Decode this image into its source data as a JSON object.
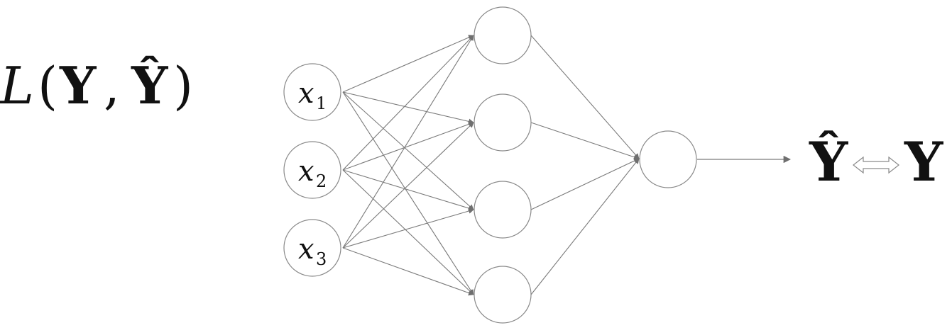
{
  "loss_expression": {
    "function_name": "L",
    "open_paren": "(",
    "target": "Y",
    "separator": ",",
    "prediction": "Ŷ",
    "close_paren": ")"
  },
  "inputs": [
    {
      "symbol": "x",
      "index": "1"
    },
    {
      "symbol": "x",
      "index": "2"
    },
    {
      "symbol": "x",
      "index": "3"
    }
  ],
  "output_comparison": {
    "prediction": "Ŷ",
    "target": "Y"
  },
  "colors": {
    "line": "#7a7a7a",
    "node_stroke": "#8a8a8a",
    "text": "#111111"
  }
}
